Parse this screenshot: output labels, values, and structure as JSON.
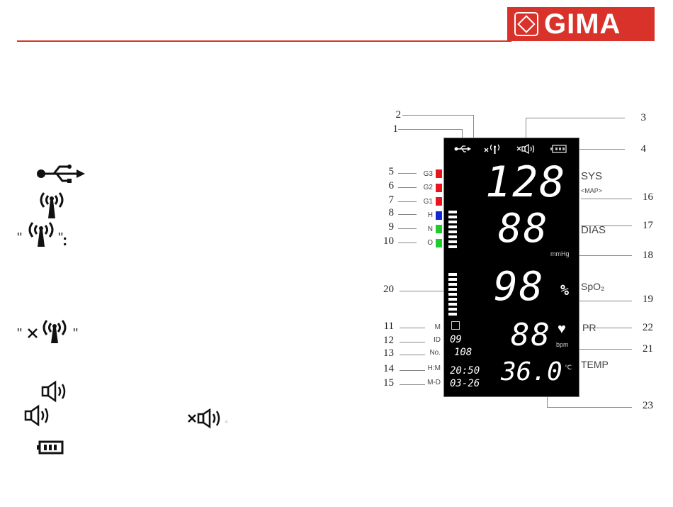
{
  "header": {
    "logo_text": "GIMA"
  },
  "legend": {
    "colon": ":",
    "suffix_mark": "▫"
  },
  "display": {
    "sys": "128",
    "dias": "88",
    "spo2": "98",
    "pr": "88",
    "temp": "36.0",
    "id_value": "09",
    "no_value": "108",
    "time": "20:50",
    "date": "03-26",
    "percent_unit": "%",
    "mmhg_unit": "mmHg",
    "bpm_unit": "bpm",
    "celsius_unit": "℃",
    "level_labels": [
      "G3",
      "G2",
      "G1",
      "H",
      "N",
      "O"
    ],
    "level_colors": [
      "#e8141e",
      "#e8141e",
      "#e8141e",
      "#1428d8",
      "#1ecc2a",
      "#1ecc2a"
    ],
    "row_labels": [
      "M",
      "ID",
      "No.",
      "H:M",
      "M-D"
    ]
  },
  "right_labels": {
    "sys": "SYS",
    "map": "<MAP>",
    "dias": "DIAS",
    "spo2": "SpO₂",
    "pr": "PR",
    "temp": "TEMP"
  },
  "callouts": {
    "left": [
      "2",
      "1",
      "5",
      "6",
      "7",
      "8",
      "9",
      "10",
      "20",
      "11",
      "12",
      "13",
      "14",
      "15"
    ],
    "right": [
      "3",
      "4",
      "16",
      "17",
      "18",
      "19",
      "22",
      "21",
      "23"
    ]
  }
}
